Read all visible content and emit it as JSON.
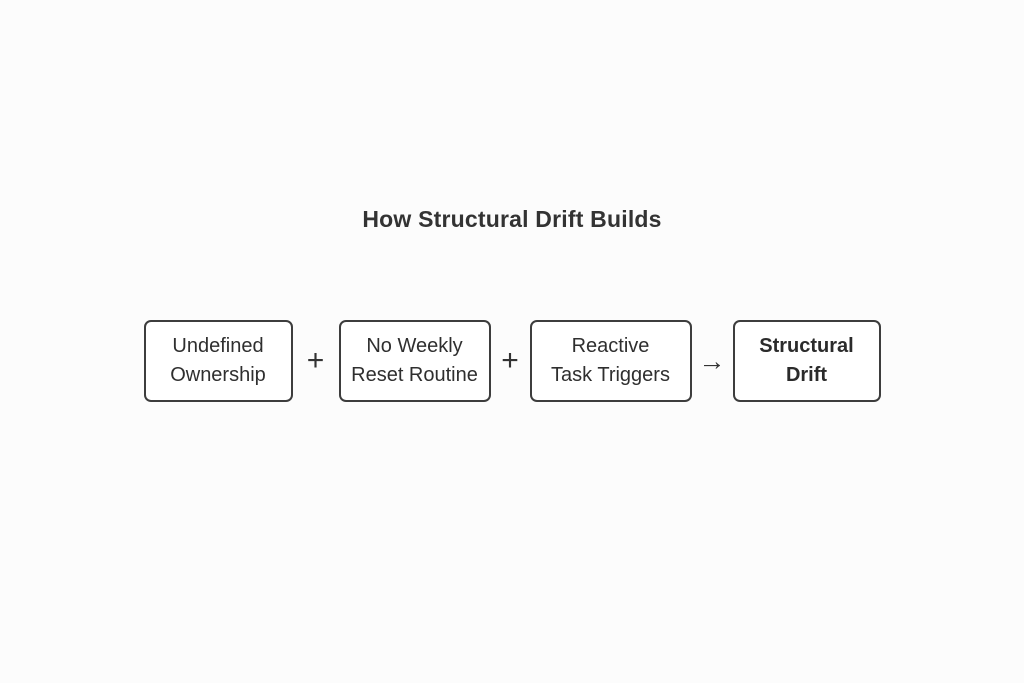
{
  "title": "How Structural Drift Builds",
  "diagram": {
    "boxes": [
      {
        "label": "Undefined\nOwnership"
      },
      {
        "label": "No Weekly\nReset Routine"
      },
      {
        "label": "Reactive\nTask Triggers"
      },
      {
        "label": "Structural\nDrift"
      }
    ],
    "connectors": {
      "plus_1": "+",
      "plus_2": "+",
      "arrow": "→"
    }
  },
  "colors": {
    "background": "#fcfcfc",
    "box_fill": "#ffffff",
    "box_border": "#3d3d3d",
    "text": "#333333"
  }
}
